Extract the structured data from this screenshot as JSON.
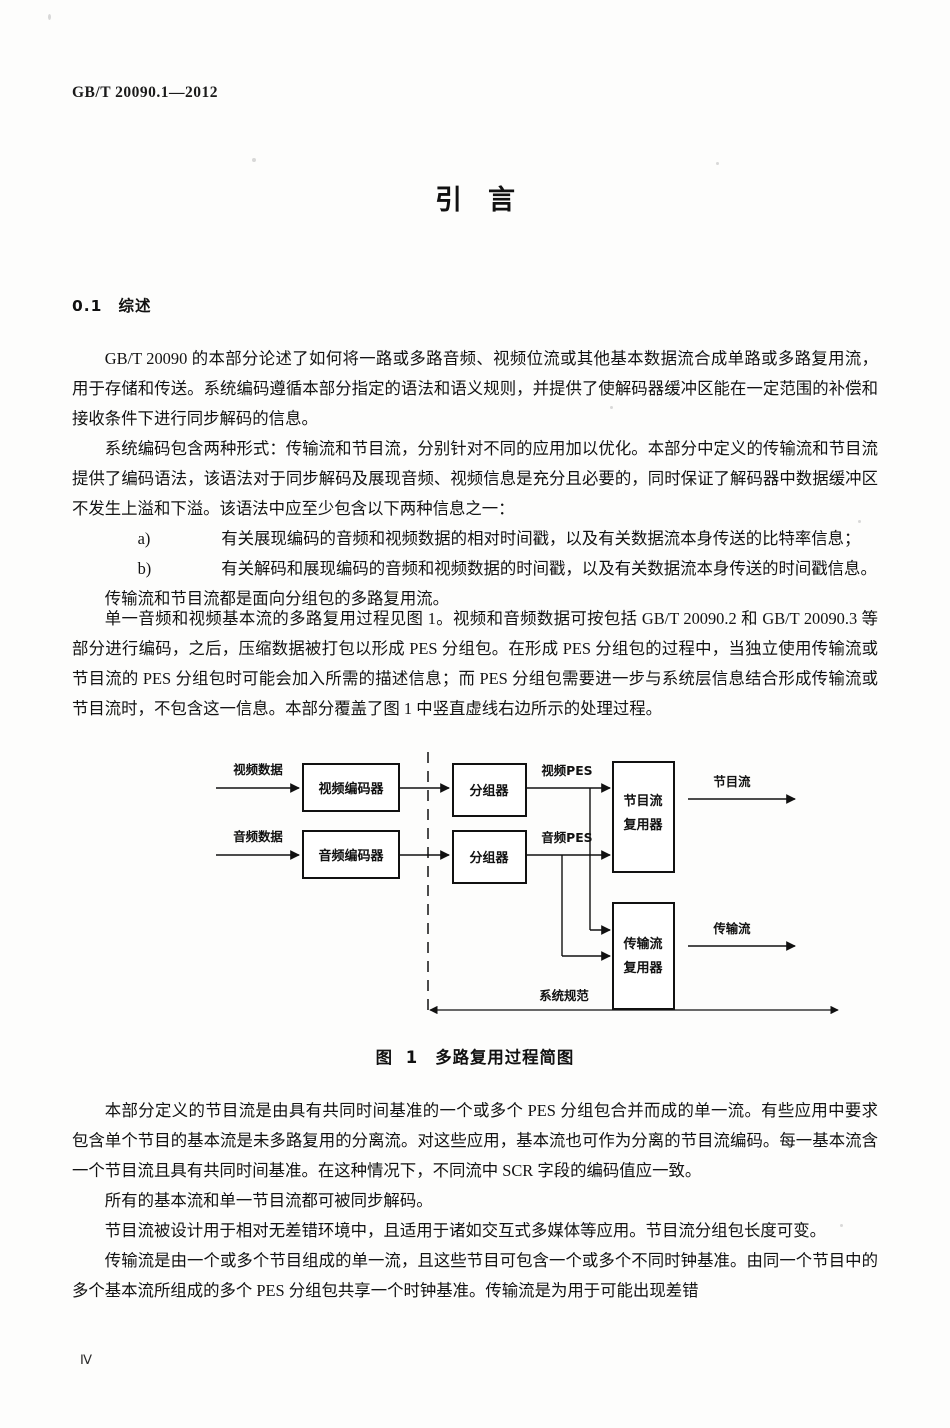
{
  "header": {
    "standard_no": "GB/T 20090.1—2012"
  },
  "title": "引言",
  "clause": {
    "number": "0.1",
    "heading": "综述"
  },
  "paragraphs": {
    "intro": "GB/T 20090 的本部分论述了如何将一路或多路音频、视频位流或其他基本数据流合成单路或多路复用流，用于存储和传送。系统编码遵循本部分指定的语法和语义规则，并提供了使解码器缓冲区能在一定范围的补偿和接收条件下进行同步解码的信息。",
    "forms": "系统编码包含两种形式：传输流和节目流，分别针对不同的应用加以优化。本部分中定义的传输流和节目流提供了编码语法，该语法对于同步解码及展现音频、视频信息是充分且必要的，同时保证了解码器中数据缓冲区不发生上溢和下溢。该语法中应至少包含以下两种信息之一：",
    "item_a_marker": "a)",
    "item_a": "有关展现编码的音频和视频数据的相对时间戳，以及有关数据流本身传送的比特率信息；",
    "item_b_marker": "b)",
    "item_b": "有关解码和展现编码的音频和视频数据的时间戳，以及有关数据流本身传送的时间戳信息。",
    "packet_oriented": "传输流和节目流都是面向分组包的多路复用流。",
    "single": "单一音频和视频基本流的多路复用过程见图 1。视频和音频数据可按包括 GB/T 20090.2 和 GB/T 20090.3 等部分进行编码，之后，压缩数据被打包以形成 PES 分组包。在形成 PES 分组包的过程中，当独立使用传输流或节目流的 PES 分组包时可能会加入所需的描述信息；而 PES 分组包需要进一步与系统层信息结合形成传输流或节目流时，不包含这一信息。本部分覆盖了图 1 中竖直虚线右边所示的处理过程。",
    "ps_def": "本部分定义的节目流是由具有共同时间基准的一个或多个 PES 分组包合并而成的单一流。有些应用中要求包含单个节目的基本流是未多路复用的分离流。对这些应用，基本流也可作为分离的节目流编码。每一基本流含一个节目流且具有共同时间基准。在这种情况下，不同流中 SCR 字段的编码值应一致。",
    "sync": "所有的基本流和单一节目流都可被同步解码。",
    "ps_use": "节目流被设计用于相对无差错环境中，且适用于诸如交互式多媒体等应用。节目流分组包长度可变。",
    "ts_def": "传输流是由一个或多个节目组成的单一流，且这些节目可包含一个或多个不同时钟基准。由同一个节目中的多个基本流所组成的多个 PES 分组包共享一个时钟基准。传输流是为用于可能出现差错"
  },
  "figure": {
    "caption_number": "图 1",
    "caption_text": "多路复用过程简图",
    "nodes": {
      "video_encoder": "视频编码器",
      "audio_encoder": "音频编码器",
      "video_packetizer": "分组器",
      "audio_packetizer": "分组器",
      "ps_mux_line1": "节目流",
      "ps_mux_line2": "复用器",
      "ts_mux_line1": "传输流",
      "ts_mux_line2": "复用器"
    },
    "edges": {
      "video_data": "视频数据",
      "audio_data": "音频数据",
      "video_pes": "视频PES",
      "audio_pes": "音频PES",
      "program_stream": "节目流",
      "transport_stream": "传输流",
      "system_spec": "系统规范"
    }
  },
  "folio": "Ⅳ"
}
